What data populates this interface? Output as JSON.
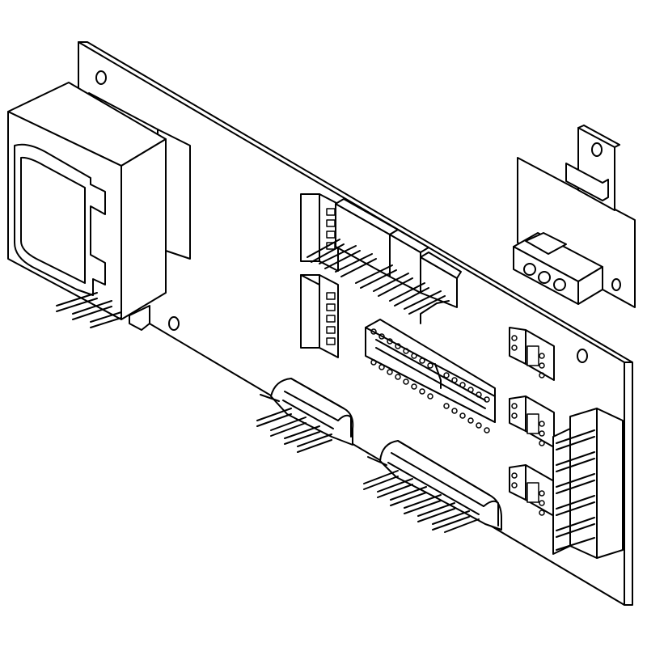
{
  "figure": {
    "subject": "circuit-board-assembly",
    "style": "isometric line drawing",
    "ink_color": "#000000",
    "paper_color": "#ffffff"
  },
  "components": [
    {
      "id": "transformer",
      "icon": "transformer-icon"
    },
    {
      "id": "terminal-block-3-way",
      "icon": "terminal-block-icon"
    },
    {
      "id": "ic-socket-28-pin",
      "icon": "ic-socket-icon"
    },
    {
      "id": "ribbon-header-upper",
      "icon": "pin-header-icon"
    },
    {
      "id": "ribbon-header-lower",
      "icon": "pin-header-icon"
    },
    {
      "id": "connector-4-pin",
      "icon": "connector-icon"
    },
    {
      "id": "connector-6-pin",
      "icon": "connector-icon"
    },
    {
      "id": "connector-vertical-6-pin",
      "icon": "connector-icon"
    },
    {
      "id": "jumper-block-1",
      "icon": "jumper-icon"
    },
    {
      "id": "jumper-block-2",
      "icon": "jumper-icon"
    },
    {
      "id": "jumper-block-3",
      "icon": "jumper-icon"
    },
    {
      "id": "mounting-holes",
      "icon": "mounting-hole-icon"
    }
  ]
}
